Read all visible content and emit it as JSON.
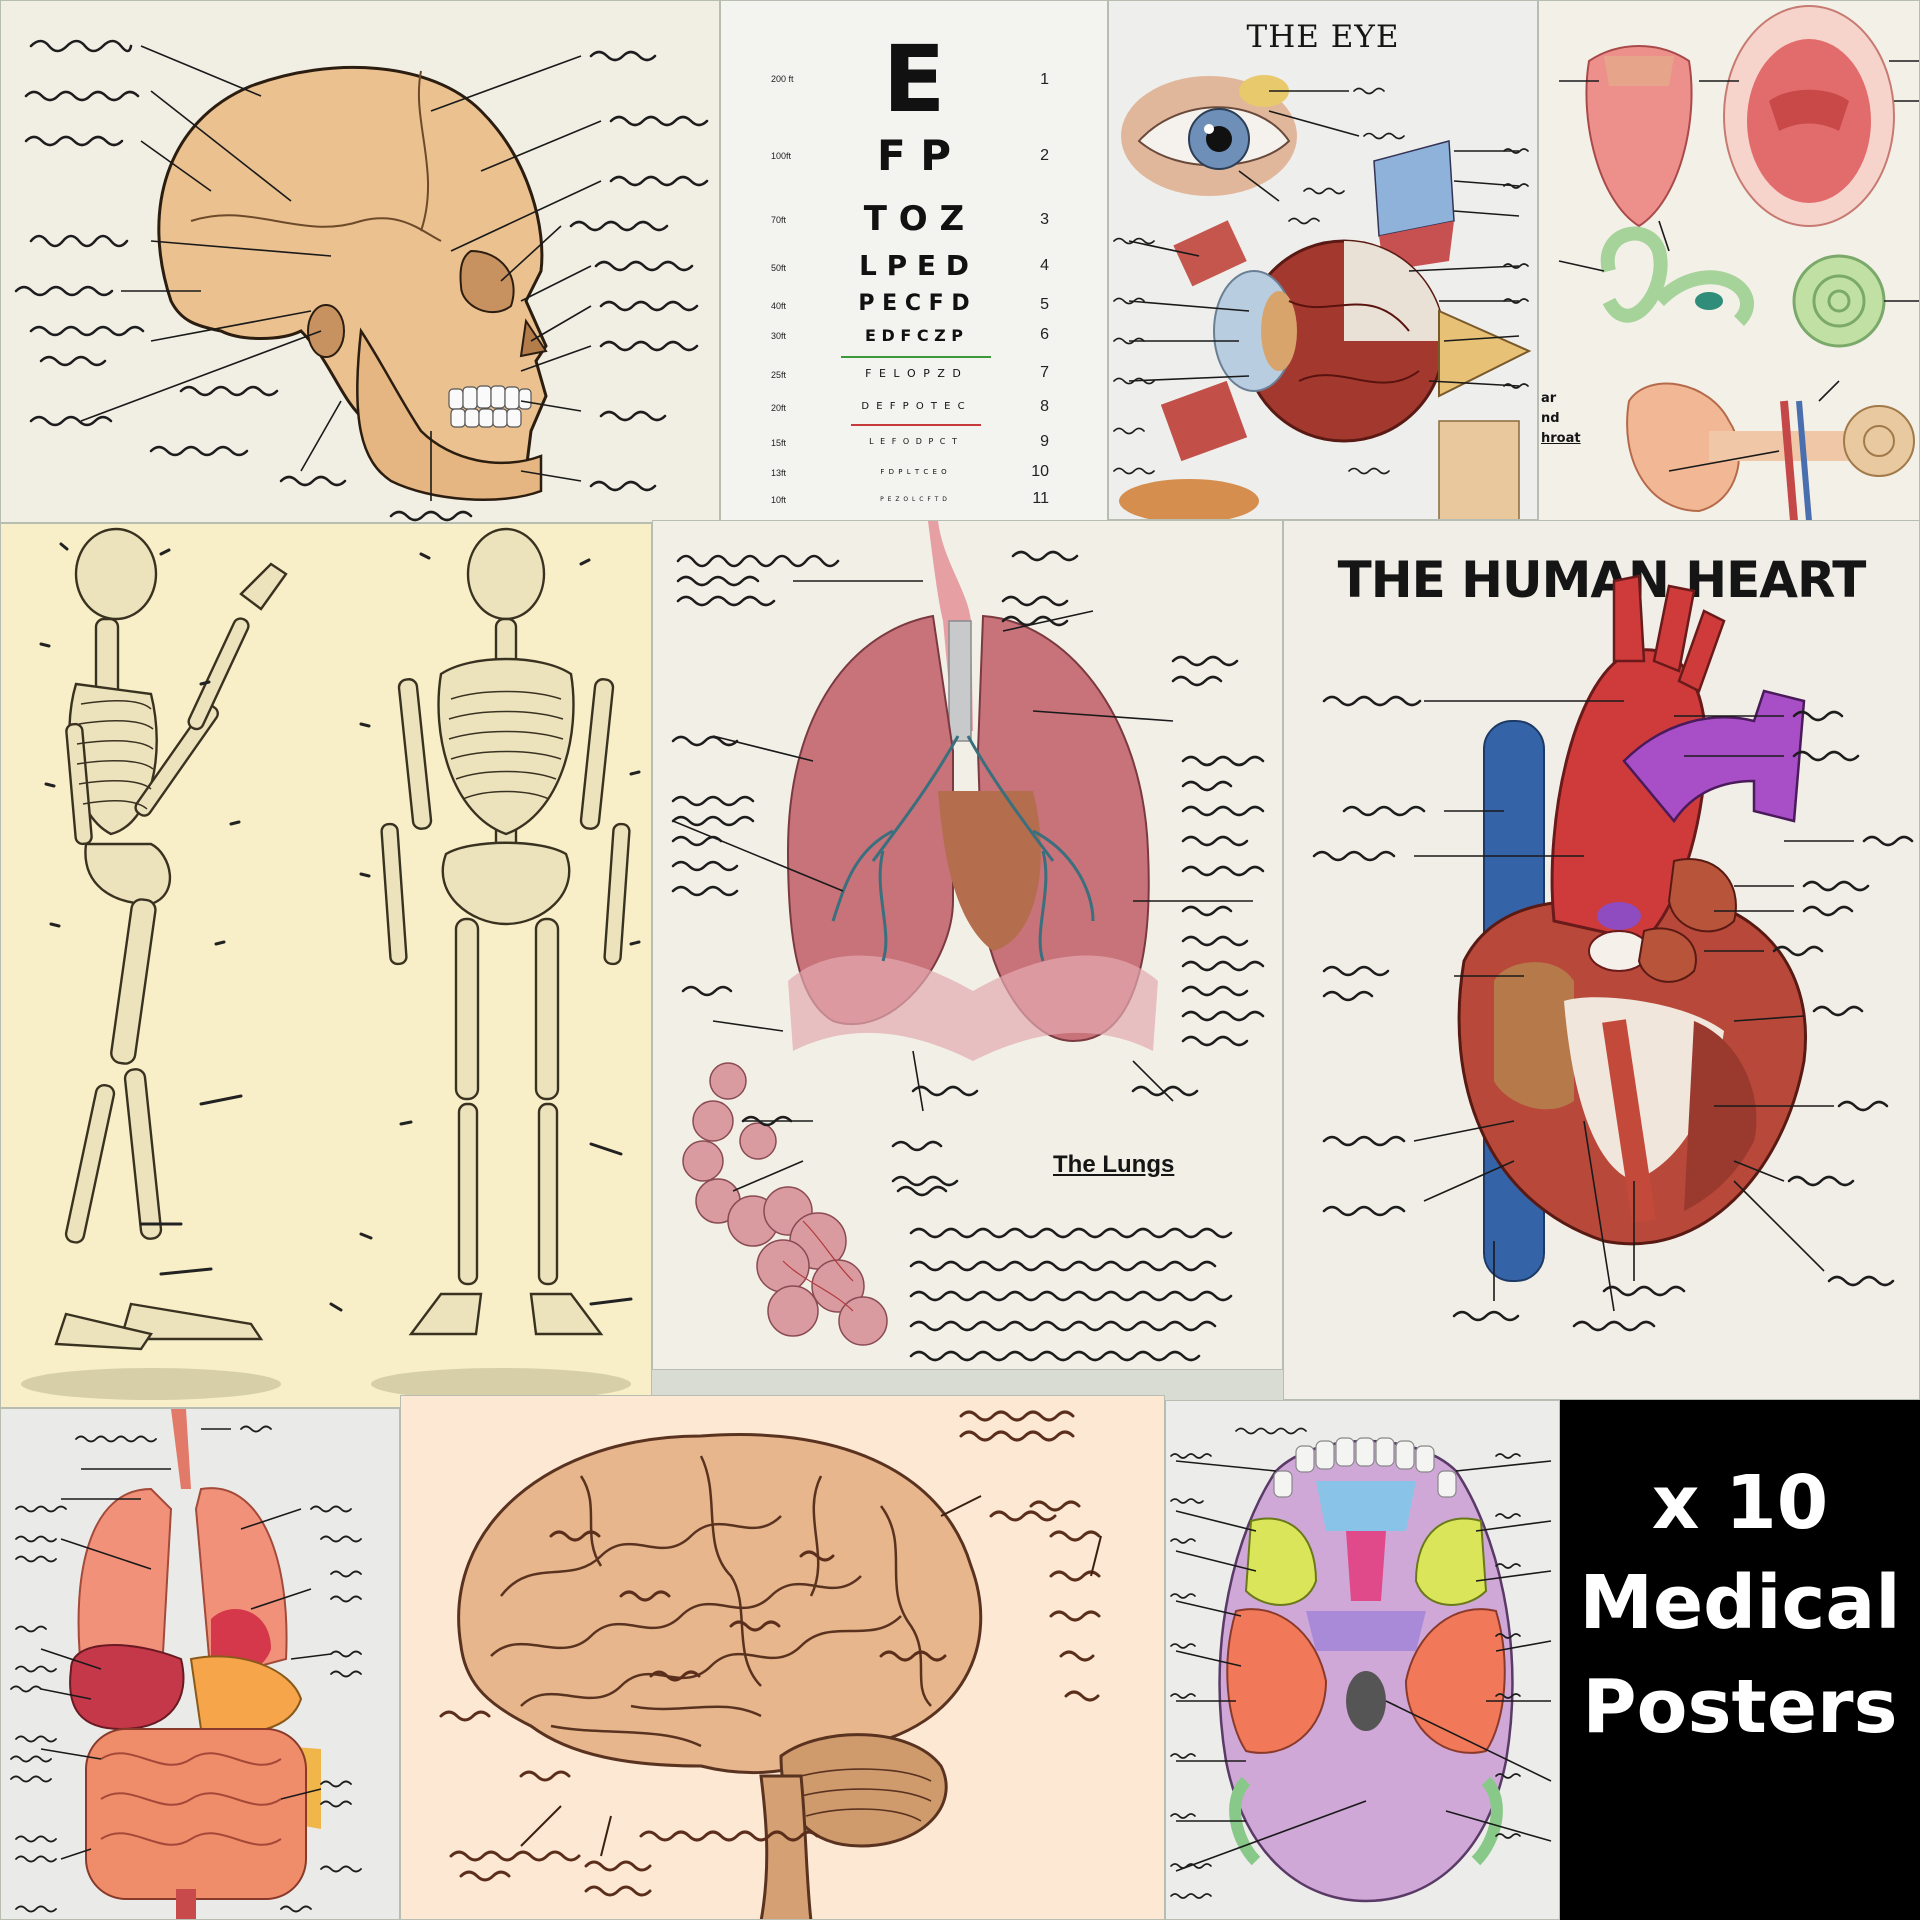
{
  "eye_chart": {
    "rows": [
      {
        "distance": "200 ft",
        "letters": "E",
        "line": "1"
      },
      {
        "distance": "100ft",
        "letters": "F P",
        "line": "2"
      },
      {
        "distance": "70ft",
        "letters": "T O Z",
        "line": "3"
      },
      {
        "distance": "50ft",
        "letters": "L P E D",
        "line": "4"
      },
      {
        "distance": "40ft",
        "letters": "P E C F D",
        "line": "5"
      },
      {
        "distance": "30ft",
        "letters": "E D F C Z P",
        "line": "6"
      },
      {
        "distance": "25ft",
        "letters": "F E L O P Z D",
        "line": "7"
      },
      {
        "distance": "20ft",
        "letters": "D E F P O T E C",
        "line": "8"
      },
      {
        "distance": "15ft",
        "letters": "L E F O D P C T",
        "line": "9"
      },
      {
        "distance": "13ft",
        "letters": "F D P L T C E O",
        "line": "10"
      },
      {
        "distance": "10ft",
        "letters": "P E Z O L C F T D",
        "line": "11"
      }
    ]
  },
  "eye_poster": {
    "title": "THE EYE"
  },
  "ent_poster": {
    "title_lines": [
      "ar",
      "nd",
      "hroat"
    ]
  },
  "lungs_poster": {
    "title": "The Lungs"
  },
  "heart_poster": {
    "title": "THE HUMAN HEART"
  },
  "promo": {
    "lines": [
      "x 10",
      "Medical",
      "Posters"
    ]
  },
  "colors": {
    "promo_bg": "#000000",
    "bone": "#eac18f",
    "skeleton_bg": "#f8efc8",
    "brain_bg": "#fde8d4",
    "heart_red": "#c63a3a",
    "vein_blue": "#3563a8"
  }
}
